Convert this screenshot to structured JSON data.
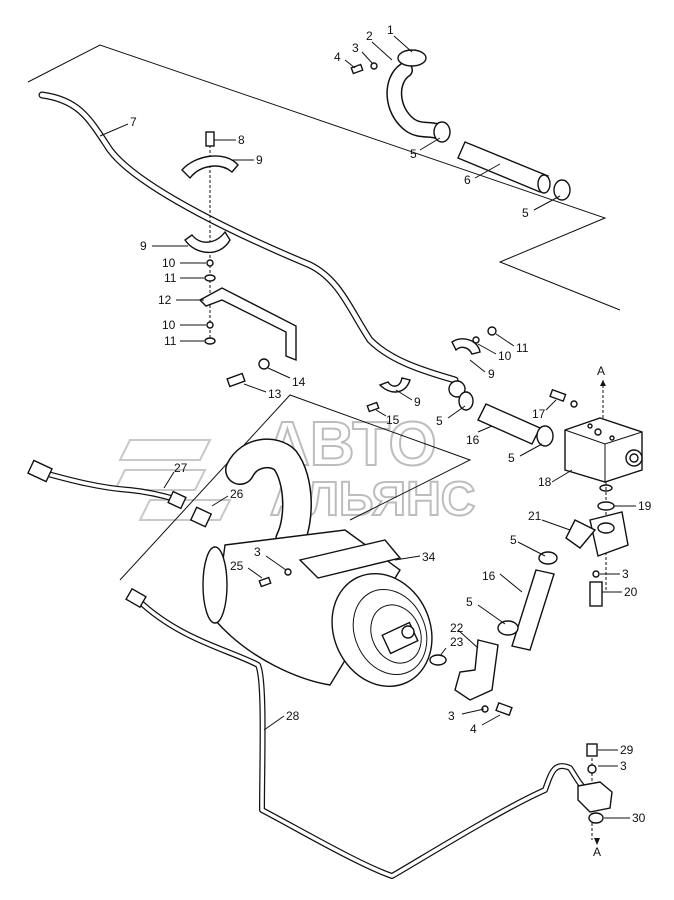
{
  "watermark": {
    "line1": "АВТО",
    "line2": "АЛЬЯНС"
  },
  "section_marks": [
    "A",
    "A"
  ],
  "callouts": [
    "1",
    "2",
    "3",
    "4",
    "3",
    "4",
    "5",
    "5",
    "5",
    "5",
    "5",
    "5",
    "6",
    "7",
    "8",
    "9",
    "9",
    "9",
    "9",
    "10",
    "10",
    "10",
    "11",
    "11",
    "11",
    "12",
    "13",
    "14",
    "15",
    "16",
    "16",
    "17",
    "18",
    "19",
    "20",
    "3",
    "21",
    "22",
    "23",
    "3",
    "25",
    "26",
    "27",
    "28",
    "29",
    "3",
    "30",
    "34"
  ]
}
